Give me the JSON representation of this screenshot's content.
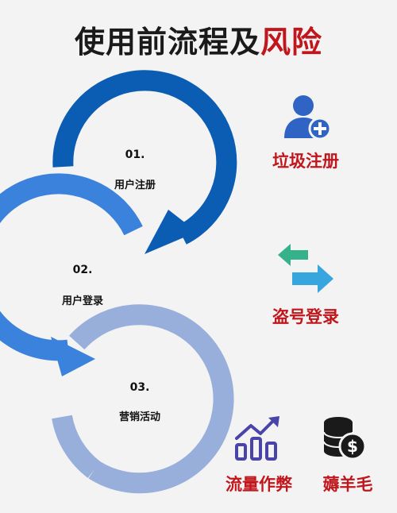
{
  "title": {
    "main": "使用前流程及",
    "highlight": "风险"
  },
  "steps": [
    {
      "num": "01.",
      "label": "用户注册"
    },
    {
      "num": "02.",
      "label": "用户登录"
    },
    {
      "num": "03.",
      "label": "营销活动"
    }
  ],
  "risks": [
    {
      "label": "垃圾注册",
      "icon": "add-user-icon"
    },
    {
      "label": "盗号登录",
      "icon": "swap-arrows-icon"
    },
    {
      "label": "流量作弊",
      "icon": "traffic-chart-icon"
    },
    {
      "label": "薅羊毛",
      "icon": "coins-icon"
    }
  ],
  "colors": {
    "ring1": "#0b5cb3",
    "ring2": "#3b82dc",
    "ring3": "#98aedb",
    "accent": "#c0161c",
    "icon_blue": "#2f63c4",
    "icon_green": "#35b28a",
    "icon_cyan": "#37a6df",
    "icon_purple": "#4b44a8"
  }
}
